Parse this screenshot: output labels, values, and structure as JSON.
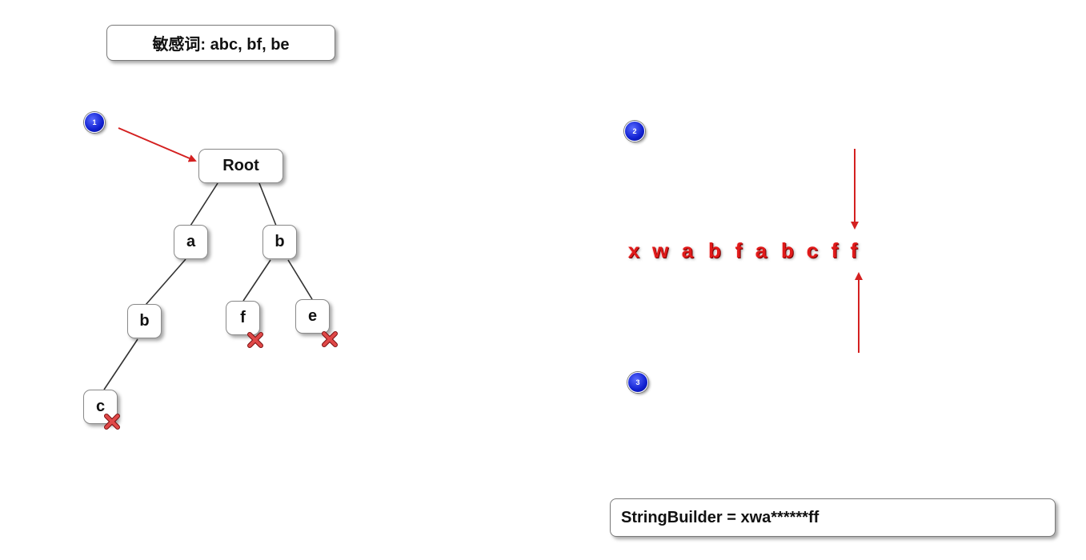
{
  "title": "敏感词: abc, bf, be",
  "trie": {
    "root": "Root",
    "nodes": {
      "a": "a",
      "b_top": "b",
      "b_left": "b",
      "c": "c",
      "f": "f",
      "e": "e"
    }
  },
  "steps": {
    "s1": "1",
    "s2": "2",
    "s3": "3"
  },
  "text_chars": [
    "x",
    "w",
    "a",
    "b",
    "f",
    "a",
    "b",
    "c",
    "f",
    "f"
  ],
  "string_builder": "StringBuilder = xwa******ff",
  "colors": {
    "arrow": "#d42020",
    "char": "#e01a1a",
    "badge": "#1020d0",
    "cross": "#d63a3a"
  },
  "icons": {
    "end_marker": "cross-icon",
    "step_marker": "step-badge-icon",
    "pointer": "arrow-icon"
  }
}
